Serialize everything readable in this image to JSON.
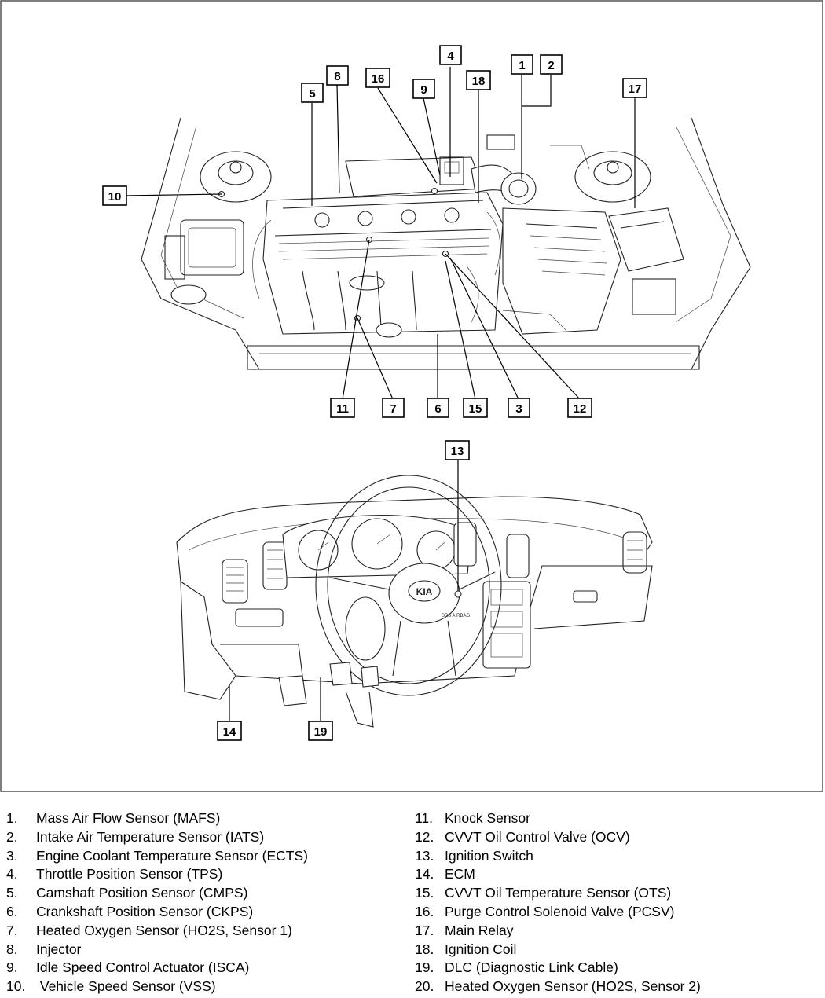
{
  "callouts": [
    {
      "id": "1",
      "label": "1"
    },
    {
      "id": "2",
      "label": "2"
    },
    {
      "id": "3",
      "label": "3"
    },
    {
      "id": "4",
      "label": "4"
    },
    {
      "id": "5",
      "label": "5"
    },
    {
      "id": "6",
      "label": "6"
    },
    {
      "id": "7",
      "label": "7"
    },
    {
      "id": "8",
      "label": "8"
    },
    {
      "id": "9",
      "label": "9"
    },
    {
      "id": "10",
      "label": "10"
    },
    {
      "id": "11",
      "label": "11"
    },
    {
      "id": "12",
      "label": "12"
    },
    {
      "id": "13",
      "label": "13"
    },
    {
      "id": "14",
      "label": "14"
    },
    {
      "id": "15",
      "label": "15"
    },
    {
      "id": "16",
      "label": "16"
    },
    {
      "id": "17",
      "label": "17"
    },
    {
      "id": "18",
      "label": "18"
    },
    {
      "id": "19",
      "label": "19"
    }
  ],
  "legend": [
    {
      "num": "1.",
      "text": "Mass Air Flow Sensor (MAFS)"
    },
    {
      "num": "2.",
      "text": "Intake Air Temperature Sensor (IATS)"
    },
    {
      "num": "3.",
      "text": "Engine Coolant Temperature Sensor (ECTS)"
    },
    {
      "num": "4.",
      "text": "Throttle Position Sensor (TPS)"
    },
    {
      "num": "5.",
      "text": "Camshaft Position Sensor (CMPS)"
    },
    {
      "num": "6.",
      "text": "Crankshaft Position Sensor (CKPS)"
    },
    {
      "num": "7.",
      "text": "Heated Oxygen Sensor (HO2S, Sensor 1)"
    },
    {
      "num": "8.",
      "text": "Injector"
    },
    {
      "num": "9.",
      "text": "Idle Speed Control Actuator (ISCA)"
    },
    {
      "num": "10.",
      "text": " Vehicle Speed Sensor (VSS)"
    },
    {
      "num": "11.",
      "text": "Knock Sensor"
    },
    {
      "num": "12.",
      "text": "CVVT Oil Control Valve (OCV)"
    },
    {
      "num": "13.",
      "text": "Ignition Switch"
    },
    {
      "num": "14.",
      "text": "ECM"
    },
    {
      "num": "15.",
      "text": "CVVT Oil Temperature Sensor (OTS)"
    },
    {
      "num": "16.",
      "text": "Purge Control Solenoid Valve (PCSV)"
    },
    {
      "num": "17.",
      "text": "Main Relay"
    },
    {
      "num": "18.",
      "text": "Ignition Coil"
    },
    {
      "num": "19.",
      "text": "DLC (Diagnostic Link Cable)"
    },
    {
      "num": "20.",
      "text": "Heated Oxygen Sensor (HO2S, Sensor 2)"
    }
  ],
  "dashboard": {
    "logo_text": "KIA",
    "gear_text": "SRS AIRBAG"
  }
}
